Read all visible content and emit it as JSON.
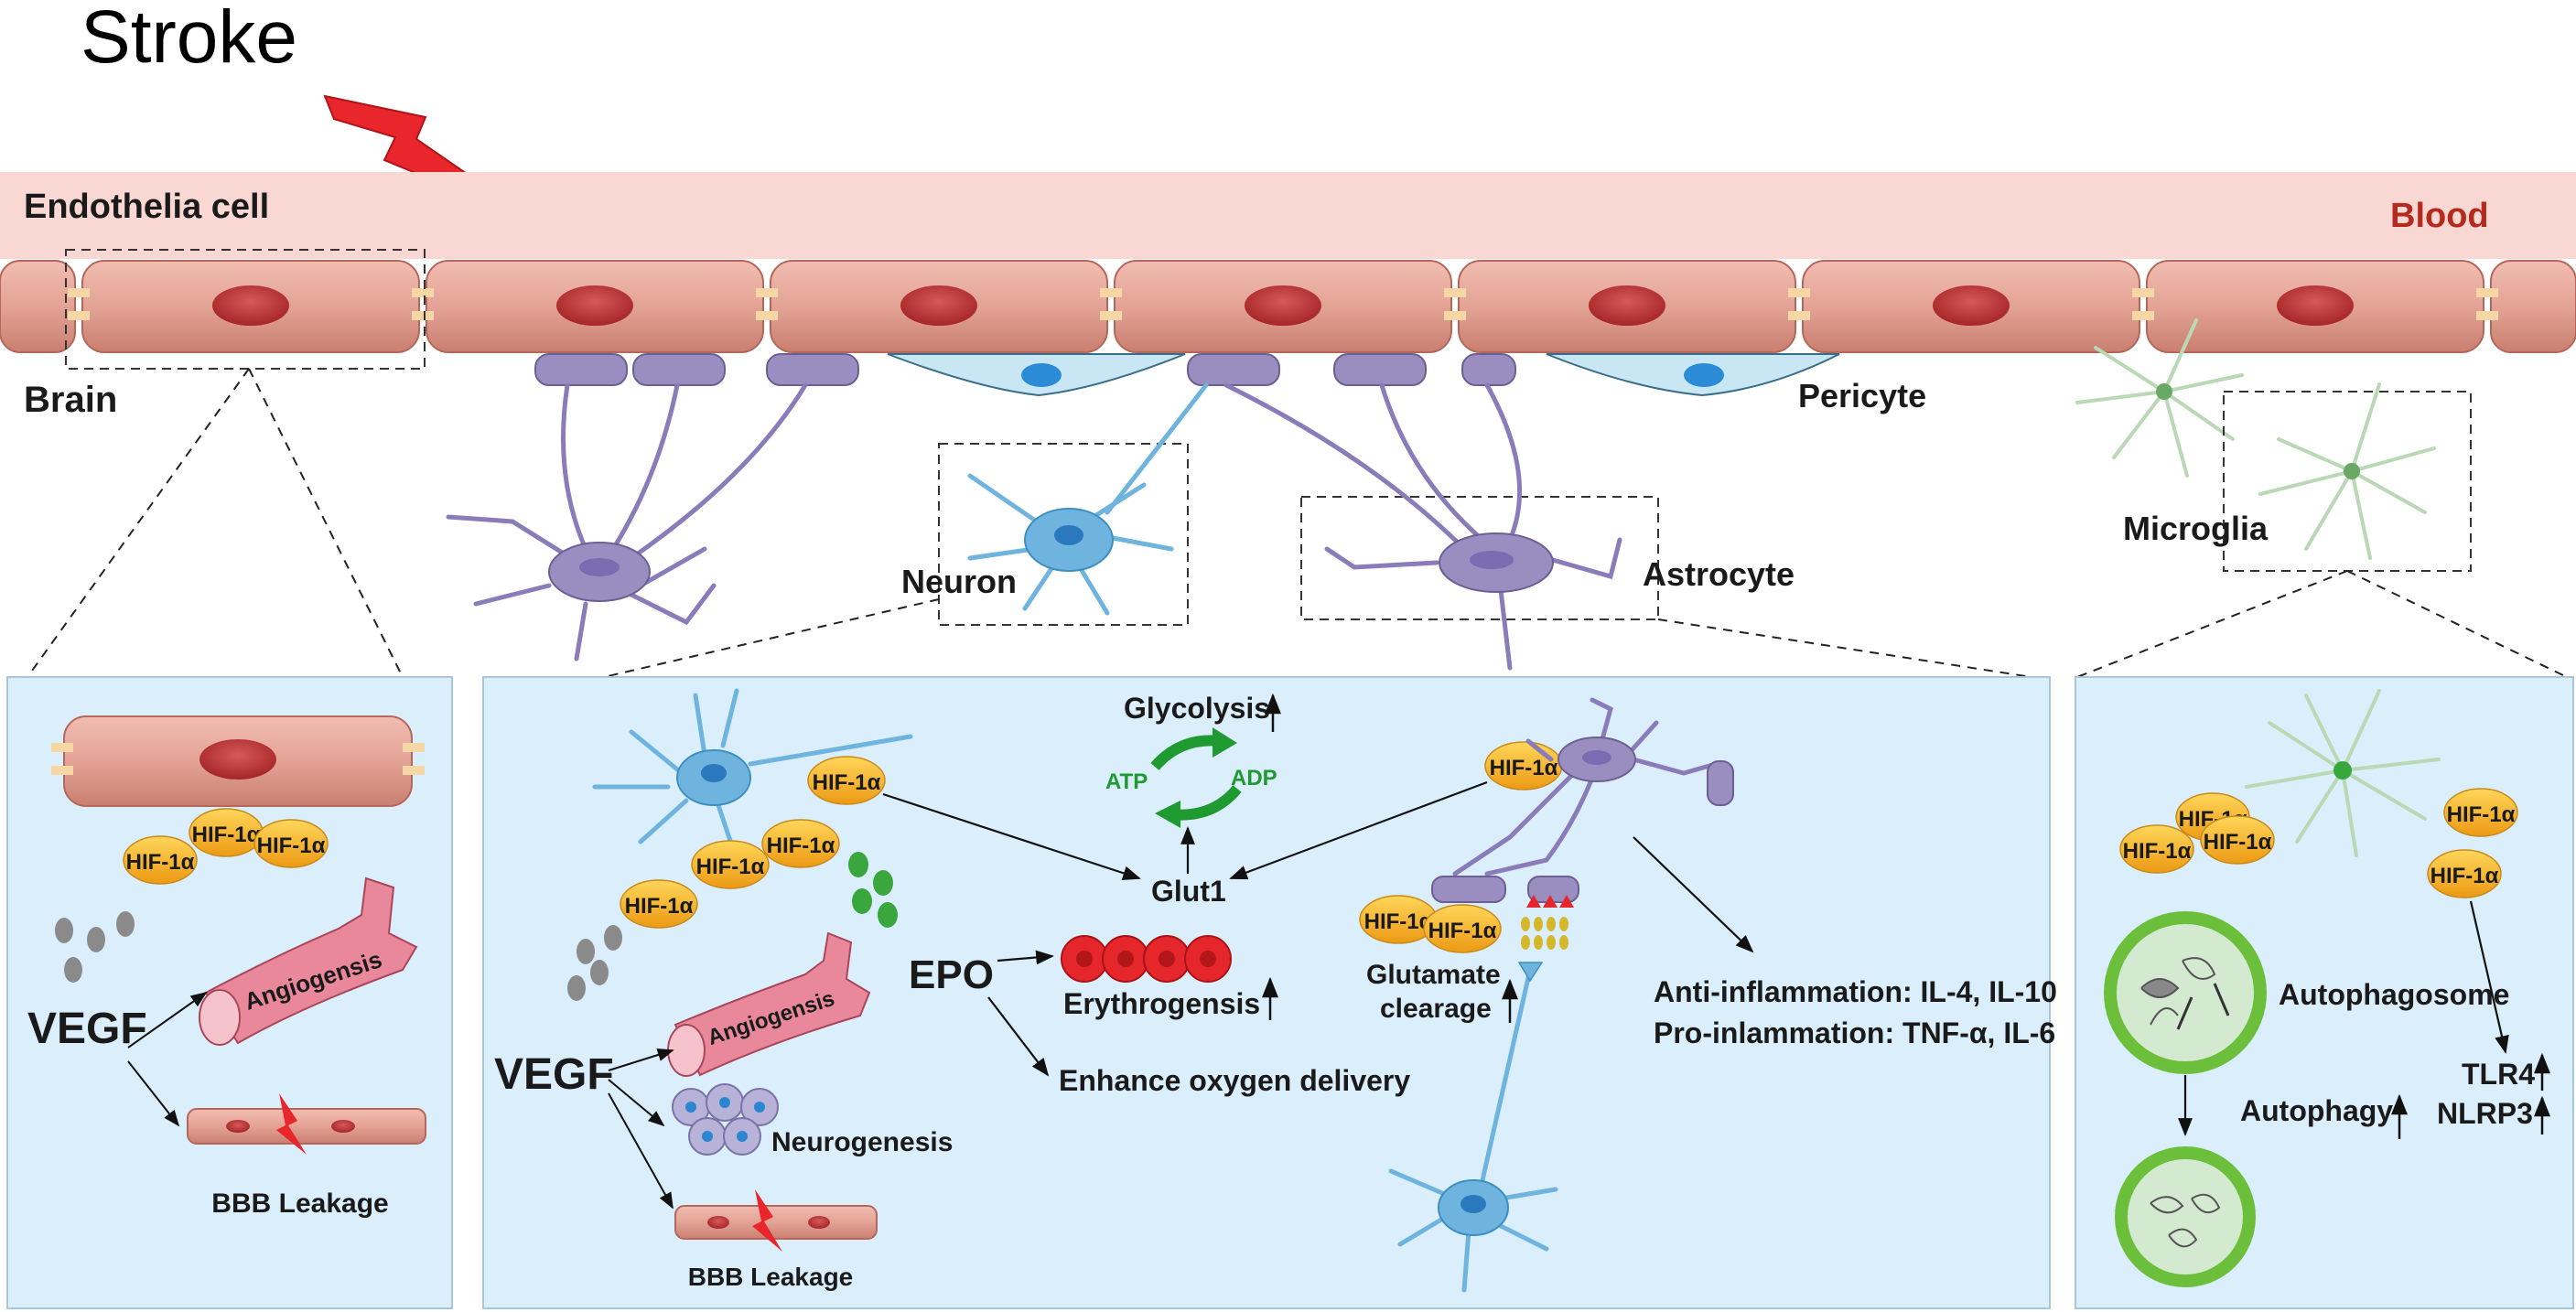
{
  "title": "Stroke",
  "labels": {
    "endothelia": "Endothelia cell",
    "blood": "Blood",
    "brain": "Brain",
    "pericyte": "Pericyte",
    "neuron": "Neuron",
    "astrocyte": "Astrocyte",
    "microglia": "Microglia"
  },
  "left_panel": {
    "hif": [
      "HIF-1α",
      "HIF-1α",
      "HIF-1α"
    ],
    "vegf": "VEGF",
    "angiogenesis": "Angiogensis",
    "bbb": "BBB Leakage"
  },
  "middle_panel": {
    "hif": [
      "HIF-1α",
      "HIF-1α",
      "HIF-1α",
      "HIF-1α",
      "HIF-1α",
      "HIF-1α",
      "HIF-1α"
    ],
    "glycolysis": "Glycolysis",
    "atp": "ATP",
    "adp": "ADP",
    "glut1": "Glut1",
    "epo": "EPO",
    "erythrogenesis": "Erythrogensis",
    "oxygen": "Enhance oxygen delivery",
    "vegf": "VEGF",
    "angiogenesis": "Angiogensis",
    "neurogenesis": "Neurogenesis",
    "bbb": "BBB Leakage",
    "glutamate_line1": "Glutamate",
    "glutamate_line2": "clearage",
    "anti_inflammation": "Anti-inflammation: IL-4, IL-10",
    "pro_inflammation": "Pro-inlammation: TNF-α, IL-6"
  },
  "right_panel": {
    "hif": [
      "HIF-1α",
      "HIF-1α",
      "HIF-1α",
      "HIF-1α",
      "HIF-1α"
    ],
    "autophagosome": "Autophagosome",
    "autophagy": "Autophagy",
    "tlr4": "TLR4",
    "nlrp3": "NLRP3"
  },
  "colors": {
    "blood_band": "#f9d8d4",
    "endo_cell": "#e3a89c",
    "endo_edge": "#b5675b",
    "nucleus": "#c0393b",
    "junction": "#f4d7a4",
    "astrocyte": "#9a8dc0",
    "neuron": "#6fb4de",
    "microglia": "#b9d8b4",
    "panel_bg": "#dbeefb",
    "hif_fill": "#f7b52b",
    "arrow_green": "#1f9a30",
    "bolt": "#e8262b",
    "rbc": "#e5262a",
    "dark_text": "#1a1a1a",
    "blood_text": "#b42a1f"
  }
}
